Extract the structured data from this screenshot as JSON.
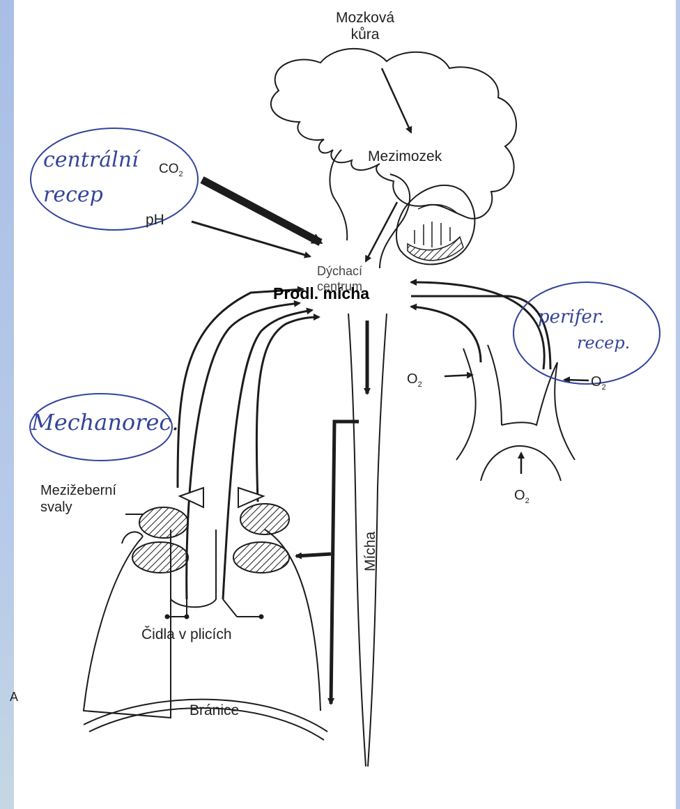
{
  "labels": {
    "cortex_line1": "Mozková",
    "cortex_line2": "kůra",
    "diencephalon": "Mezimozek",
    "co2": "CO",
    "co2_sub": "2",
    "ph": "pH",
    "respiratory_line1": "Dýchací",
    "respiratory_line2": "centrum",
    "o2_left": "O",
    "o2_right": "O",
    "o2_bottom": "O",
    "o2_sub": "2",
    "intercostal_line1": "Mezižeberní",
    "intercostal_line2": "svaly",
    "spinal_cord": "Mícha",
    "lung_sensors": "Čidla v plicích",
    "diaphragm": "Bránice",
    "figure_letter": "A"
  },
  "overlay": {
    "medulla": "Prodl. mícha"
  },
  "annotations": {
    "central": "centrální",
    "central_line2": "recep",
    "peripheral": "perifer.",
    "peripheral_line2": "recep.",
    "mechano": "Mechanorec",
    "mechano_dot": "."
  },
  "colors": {
    "ink": "#1c1c1c",
    "annotation": "#33449a",
    "sidebar": "#a9bee6"
  }
}
